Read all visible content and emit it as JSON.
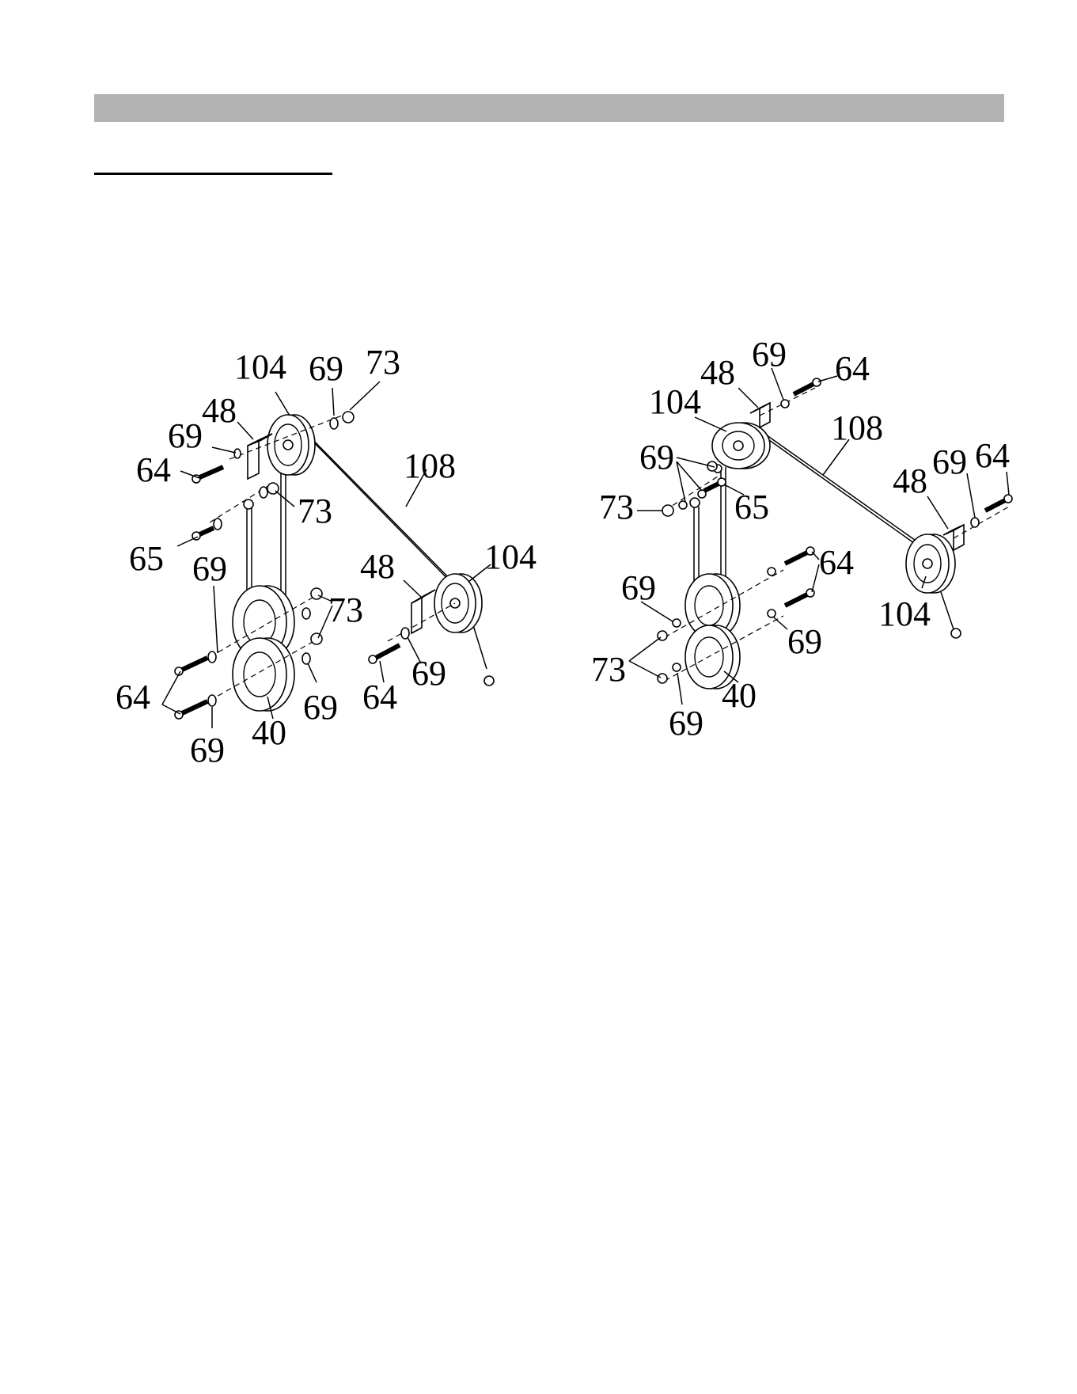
{
  "labels": {
    "l_104": "104",
    "l_69": "69",
    "l_73": "73",
    "l_48": "48",
    "l_64": "64",
    "l_65": "65",
    "l_108": "108",
    "l_40": "40"
  }
}
